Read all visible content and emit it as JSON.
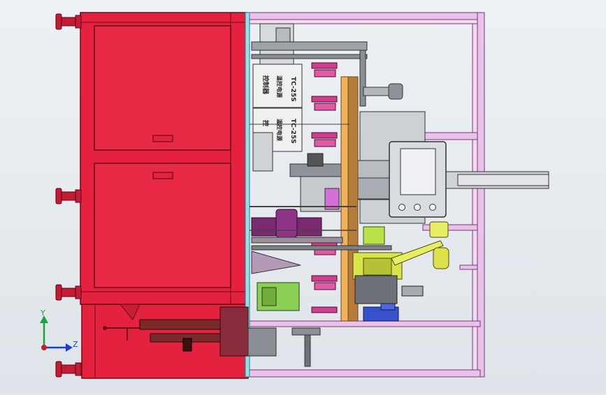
{
  "labels": {
    "tc_top": "TC-25S",
    "tc_bottom": "TC-25S",
    "cn_top": "温控电源",
    "cn_bottom": "温控电源",
    "cn_side_top": "控制器",
    "cn_side_bottom": "控"
  },
  "triad": {
    "y": "Y",
    "z": "Z"
  },
  "colors": {
    "cabinet": "#e4213f",
    "frame": "#e8b8e8",
    "hmi": "#d9dde2"
  }
}
